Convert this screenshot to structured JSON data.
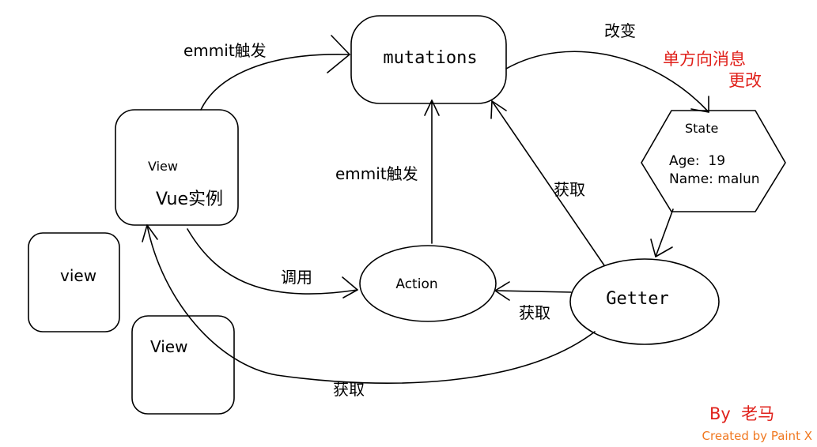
{
  "nodes": {
    "mutations": "mutations",
    "view_vue": {
      "view": "View",
      "vue_instance": "Vue实例"
    },
    "view_small": "view",
    "view_box": "View",
    "action": "Action",
    "getter": "Getter",
    "state": {
      "title": "State",
      "age": "Age:  19",
      "name": "Name: malun"
    }
  },
  "edges": {
    "emmit_top": "emmit触发",
    "change": "改变",
    "emmit_mid": "emmit触发",
    "getter_to_mutations": "获取",
    "call": "调用",
    "getter_to_action": "获取",
    "getter_to_view": "获取"
  },
  "notes": {
    "one_way": "单方向消息",
    "update": "更改"
  },
  "credits": {
    "by": "By  老马",
    "created": "Created by Paint X"
  },
  "colors": {
    "note": "#e0211b",
    "credit_by": "#e0211b",
    "credit_created": "#f07820"
  }
}
